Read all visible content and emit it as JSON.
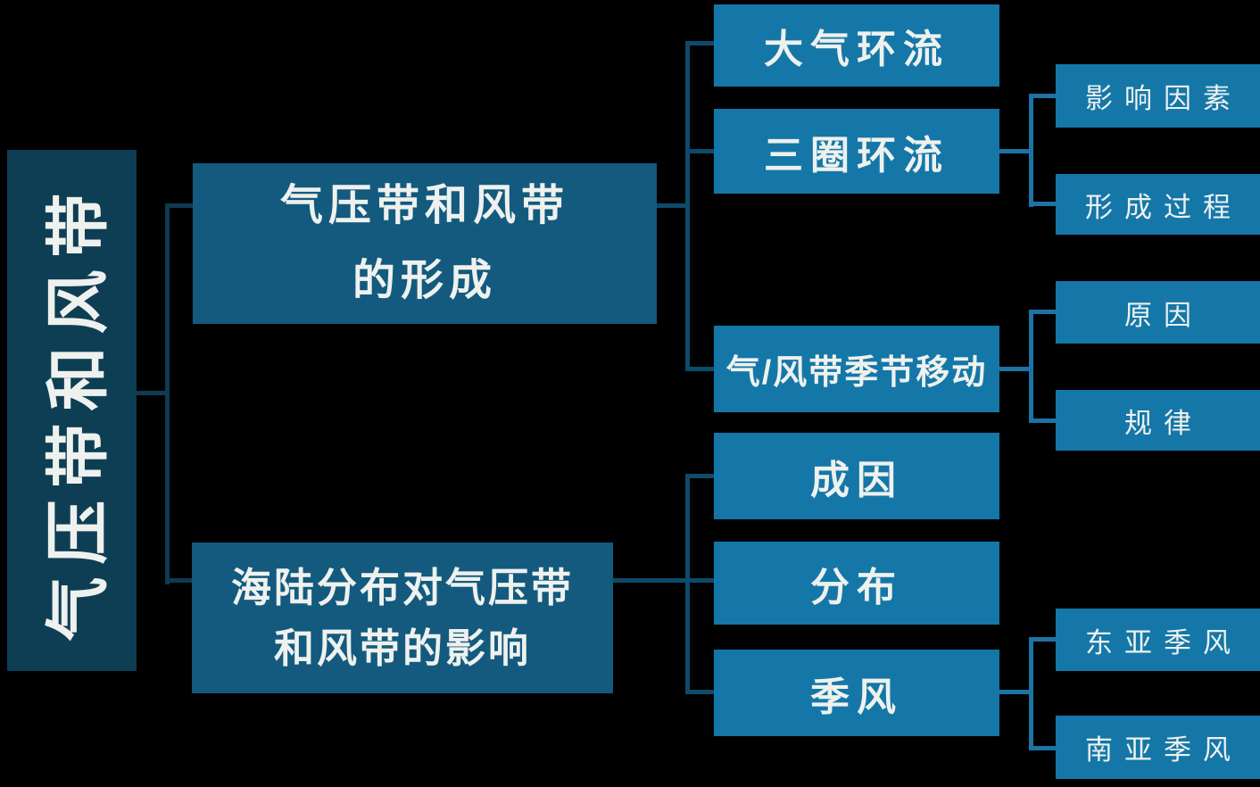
{
  "nodes": {
    "root": {
      "label": "气压带和风带"
    },
    "formation": {
      "line1": "气压带和风带",
      "line2": "的形成"
    },
    "land_sea": {
      "line1": "海陆分布对气压带",
      "line2": "和风带的影响"
    },
    "atmospheric_circulation": {
      "label": "大气环流"
    },
    "three_cell_circulation": {
      "label": "三圈环流"
    },
    "seasonal_movement": {
      "label": "气/风带季节移动"
    },
    "cause": {
      "label": "成因"
    },
    "distribution": {
      "label": "分布"
    },
    "monsoon": {
      "label": "季风"
    },
    "influencing_factors": {
      "label": "影响因素"
    },
    "formation_process": {
      "label": "形成过程"
    },
    "reason": {
      "label": "原因"
    },
    "pattern": {
      "label": "规律"
    },
    "east_asian_monsoon": {
      "label": "东亚季风"
    },
    "south_asian_monsoon": {
      "label": "南亚季风"
    }
  },
  "colors": {
    "background": "#000000",
    "text": "#eef1ee",
    "root_fill": "#0e3e54",
    "branch_fill": "#135a7e",
    "leaf_fill": "#1477a8",
    "connector_dark": "#0e3a52",
    "connector_mid": "#0e4a6b",
    "connector_bright": "#1c73a4"
  }
}
